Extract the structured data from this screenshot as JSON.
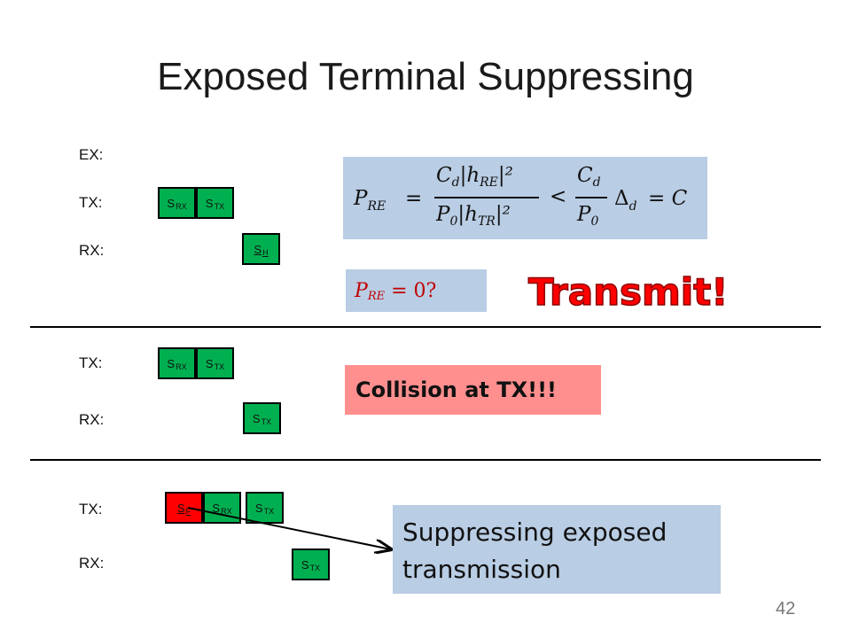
{
  "slide": {
    "title": "Exposed Terminal Suppressing",
    "page_number": "42"
  },
  "section1": {
    "label_ex": "EX:",
    "label_tx": "TX:",
    "label_rx": "RX:",
    "slot_s": "S",
    "sub_rx": "RX",
    "sub_tx": "TX",
    "sub_h": "H"
  },
  "section2": {
    "label_tx": "TX:",
    "label_rx": "RX:"
  },
  "section3": {
    "label_tx": "TX:",
    "label_rx": "RX:",
    "sub_f": "F"
  },
  "formula": {
    "p": "P",
    "sub_re": "RE",
    "eq": "=",
    "num_c": "C",
    "sub_d": "d",
    "num_h": "|h",
    "sub_h_re": "RE",
    "sq": "|²",
    "den_p": "P",
    "sub_0": "0",
    "den_h": "|h",
    "sub_h_tr": "TR",
    "lt": "<",
    "delta": "Δ",
    "eq_c": "= C"
  },
  "p_re_zero": {
    "p": "P",
    "sub_re": "RE",
    "rest": " = 0?"
  },
  "transmit_label": "Transmit!",
  "collision_label": "Collision at TX!!!",
  "suppress_label": {
    "line1": "Suppressing exposed",
    "line2": "transmission"
  },
  "colors": {
    "slot_green": "#00b050",
    "slot_red": "#ff0000",
    "box_blue": "#b9cde4",
    "box_pink": "#ff8f8f",
    "accent_red": "#ff0000"
  }
}
